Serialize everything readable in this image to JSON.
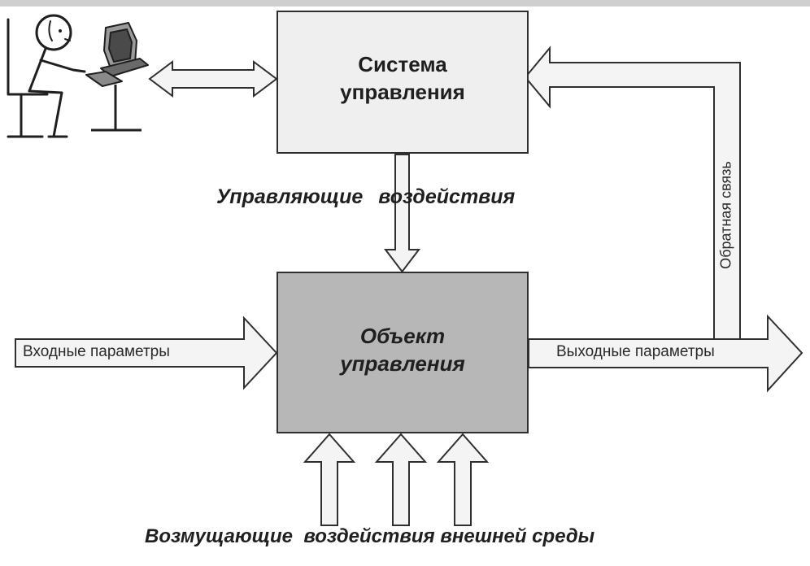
{
  "control_system": {
    "line1": "Система",
    "line2": "управления"
  },
  "control_object": {
    "line1": "Объект",
    "line2": "управления"
  },
  "labels": {
    "control_actions": "Управляющие воздействия",
    "input_params": "Входные параметры",
    "output_params": "Выходные параметры",
    "feedback": "Обратная связь",
    "disturbances": "Возмущающие  воздействия внешней среды"
  },
  "colors": {
    "control_system_fill": "#efefef",
    "control_object_fill": "#b7b7b7",
    "arrow_fill": "#f4f4f4",
    "outline": "#2f2f2f"
  },
  "icons": [
    "operator-icon",
    "computer-icon"
  ]
}
